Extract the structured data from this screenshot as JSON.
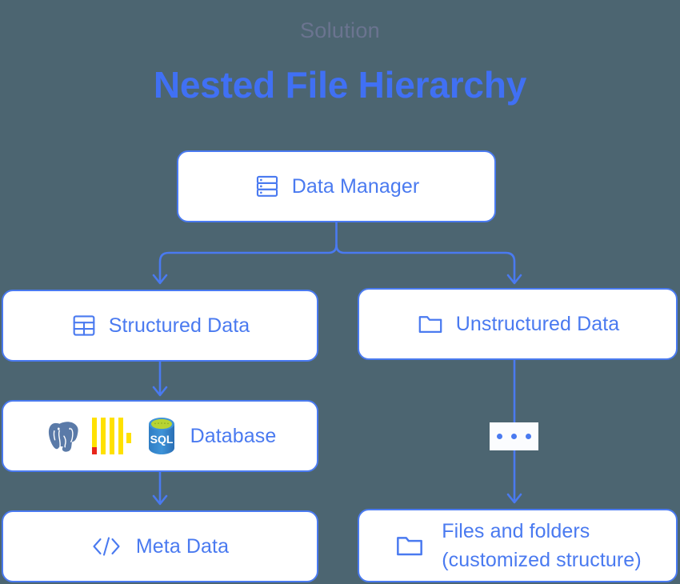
{
  "theme": {
    "background": "#4c6571",
    "accent_blue": "#4a7af0",
    "headline_blue": "#4070f4",
    "eyebrow_gray": "#6b7490",
    "node_fill": "#ffffff"
  },
  "header": {
    "eyebrow": "Solution",
    "headline": "Nested File Hierarchy"
  },
  "diagram": {
    "type": "flowchart",
    "nodes": [
      {
        "id": "data-manager",
        "label": "Data Manager",
        "icon": "server-rack-icon"
      },
      {
        "id": "structured-data",
        "label": "Structured Data",
        "icon": "table-grid-icon"
      },
      {
        "id": "unstructured-data",
        "label": "Unstructured Data",
        "icon": "folder-icon"
      },
      {
        "id": "database",
        "label": "Database",
        "icons": [
          "postgresql-logo",
          "clickhouse-logo",
          "azure-sql-database-logo"
        ]
      },
      {
        "id": "meta-data",
        "label": "Meta Data",
        "icon": "code-brackets-icon"
      },
      {
        "id": "files-and-folders",
        "label_line1": "Files and folders",
        "label_line2": "(customized structure)",
        "icon": "folder-icon"
      }
    ],
    "ellipsis": {
      "id": "more-steps-ellipsis",
      "label": "..."
    },
    "edges": [
      {
        "from": "data-manager",
        "to": "structured-data"
      },
      {
        "from": "data-manager",
        "to": "unstructured-data"
      },
      {
        "from": "structured-data",
        "to": "database"
      },
      {
        "from": "database",
        "to": "meta-data"
      },
      {
        "from": "unstructured-data",
        "to": "files-and-folders"
      }
    ]
  },
  "logos": {
    "azure_sql_text": "SQL"
  }
}
